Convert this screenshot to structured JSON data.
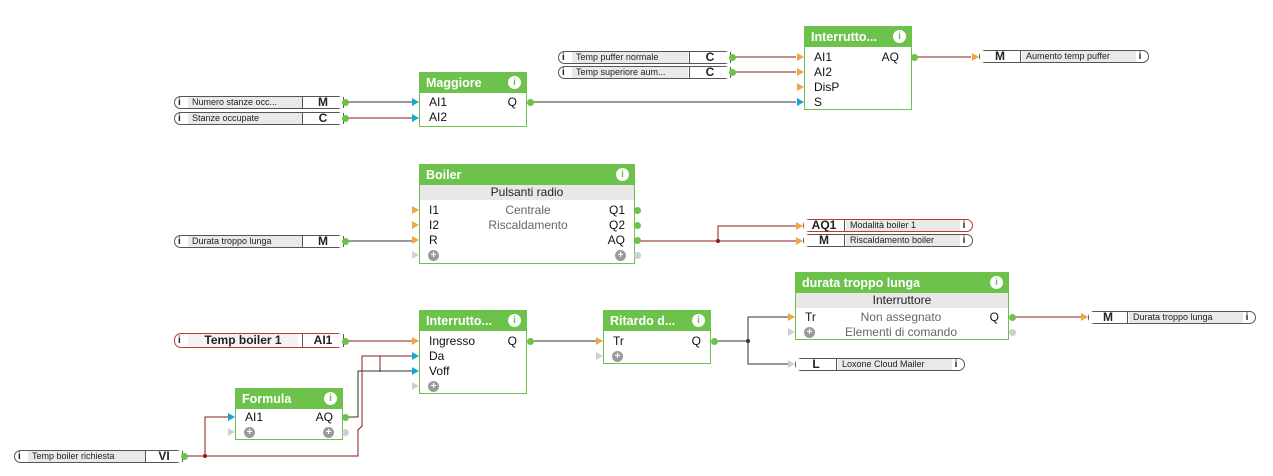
{
  "blocks": {
    "maggiore": {
      "title": "Maggiore",
      "inputs": [
        "AI1",
        "AI2"
      ],
      "outputs": [
        "Q"
      ]
    },
    "interruttore_top": {
      "title": "Interrutto...",
      "inputs": [
        "AI1",
        "AI2",
        "DisP",
        "S"
      ],
      "outputs": [
        "AQ"
      ]
    },
    "boiler": {
      "title": "Boiler",
      "subtitle": "Pulsanti radio",
      "inputs": [
        "I1",
        "I2",
        "R"
      ],
      "outputs": [
        "Q1",
        "Q2",
        "AQ"
      ],
      "labels": [
        "Centrale",
        "Riscaldamento"
      ]
    },
    "interruttore_bottom": {
      "title": "Interrutto...",
      "inputs": [
        "Ingresso",
        "Da",
        "Voff"
      ],
      "outputs": [
        "Q"
      ]
    },
    "ritardo": {
      "title": "Ritardo d...",
      "inputs": [
        "Tr"
      ],
      "outputs": [
        "Q"
      ]
    },
    "durata": {
      "title": "durata troppo lunga",
      "subtitle": "Interruttore",
      "inputs": [
        "Tr"
      ],
      "outputs": [
        "Q"
      ],
      "labels": [
        "Non assegnato",
        "Elementi di comando"
      ]
    },
    "formula": {
      "title": "Formula",
      "inputs": [
        "AI1"
      ],
      "outputs": [
        "AQ"
      ]
    }
  },
  "connectors": {
    "numero_stanze": {
      "label": "Numero stanze occ...",
      "type": "M"
    },
    "stanze_occupate": {
      "label": "Stanze occupate",
      "type": "C"
    },
    "temp_puffer_normale": {
      "label": "Temp puffer normale",
      "type": "C"
    },
    "temp_superiore": {
      "label": "Temp superiore aum...",
      "type": "C"
    },
    "aumento_temp": {
      "label": "Aumento temp puffer",
      "type": "M"
    },
    "durata_in": {
      "label": "Durata troppo lunga",
      "type": "M"
    },
    "modalita_boiler": {
      "label": "Modalità boiler 1",
      "type": "AQ1"
    },
    "riscaldamento_boiler": {
      "label": "Riscaldamento boiler",
      "type": "M"
    },
    "temp_boiler_1": {
      "label": "Temp boiler 1",
      "type": "AI1"
    },
    "durata_out": {
      "label": "Durata troppo lunga",
      "type": "M"
    },
    "loxone_mailer": {
      "label": "Loxone Cloud Mailer",
      "type": "L"
    },
    "temp_boiler_richiesta": {
      "label": "Temp boiler richiesta",
      "type": "VI"
    }
  },
  "icons": {
    "info": "info-icon",
    "add": "plus-icon"
  },
  "colors": {
    "block": "#6cc24a",
    "wire_analog": "#8b1a1a",
    "wire_digital": "#333333",
    "input_analog": "#f0a54a",
    "input_digital": "#1aa3d9"
  }
}
